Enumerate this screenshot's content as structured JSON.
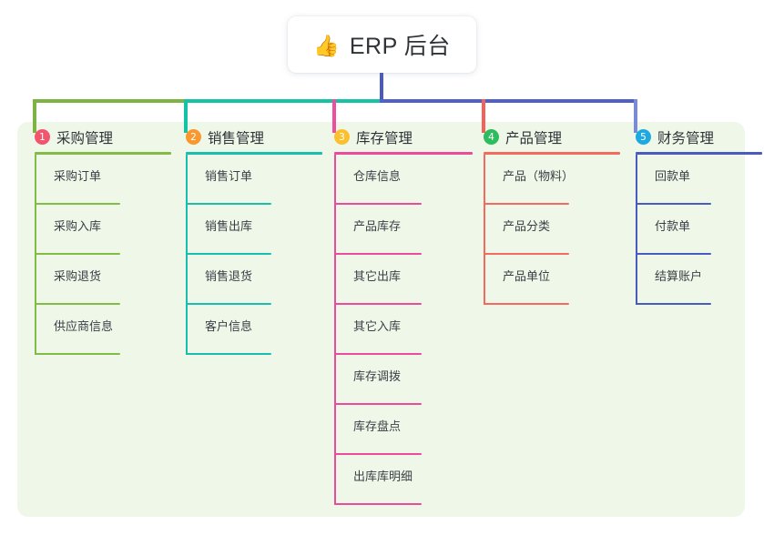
{
  "title": {
    "icon": "thumbs-up-icon",
    "icon_glyph": "👍",
    "text": "ERP 后台"
  },
  "palette": {
    "page_background": "#ffffff",
    "panel_background": "#eff7e9",
    "trunk": "#4a5bc0",
    "bus_green": "#7cb342",
    "bus_teal": "#15c3a4",
    "bus_blue": "#5160c8"
  },
  "columns": [
    {
      "index": "1",
      "title": "采购管理",
      "badge_color": "#f2556e",
      "line_color": "#82bb46",
      "stub_color": "#7cb342",
      "items": [
        {
          "label": "采购订单"
        },
        {
          "label": "采购入库"
        },
        {
          "label": "采购退货"
        },
        {
          "label": "供应商信息"
        }
      ]
    },
    {
      "index": "2",
      "title": "销售管理",
      "badge_color": "#f8982e",
      "line_color": "#19bfae",
      "stub_color": "#15c3a4",
      "items": [
        {
          "label": "销售订单"
        },
        {
          "label": "销售出库"
        },
        {
          "label": "销售退货"
        },
        {
          "label": "客户信息"
        }
      ]
    },
    {
      "index": "3",
      "title": "库存管理",
      "badge_color": "#fbc02d",
      "line_color": "#ec4b9b",
      "stub_color": "#ef4d9d",
      "items": [
        {
          "label": "仓库信息"
        },
        {
          "label": "产品库存"
        },
        {
          "label": "其它出库"
        },
        {
          "label": "其它入库"
        },
        {
          "label": "库存调拨"
        },
        {
          "label": "库存盘点"
        },
        {
          "label": "出库库明细"
        }
      ]
    },
    {
      "index": "4",
      "title": "产品管理",
      "badge_color": "#2ebd5e",
      "line_color": "#f46a5e",
      "stub_color": "#f4615c",
      "items": [
        {
          "label": "产品（物料）"
        },
        {
          "label": "产品分类"
        },
        {
          "label": "产品单位"
        }
      ]
    },
    {
      "index": "5",
      "title": "财务管理",
      "badge_color": "#1eaae0",
      "line_color": "#4a5bc0",
      "stub_color": "#7a8ad4",
      "items": [
        {
          "label": "回款单"
        },
        {
          "label": "付款单"
        },
        {
          "label": "结算账户"
        }
      ]
    }
  ]
}
